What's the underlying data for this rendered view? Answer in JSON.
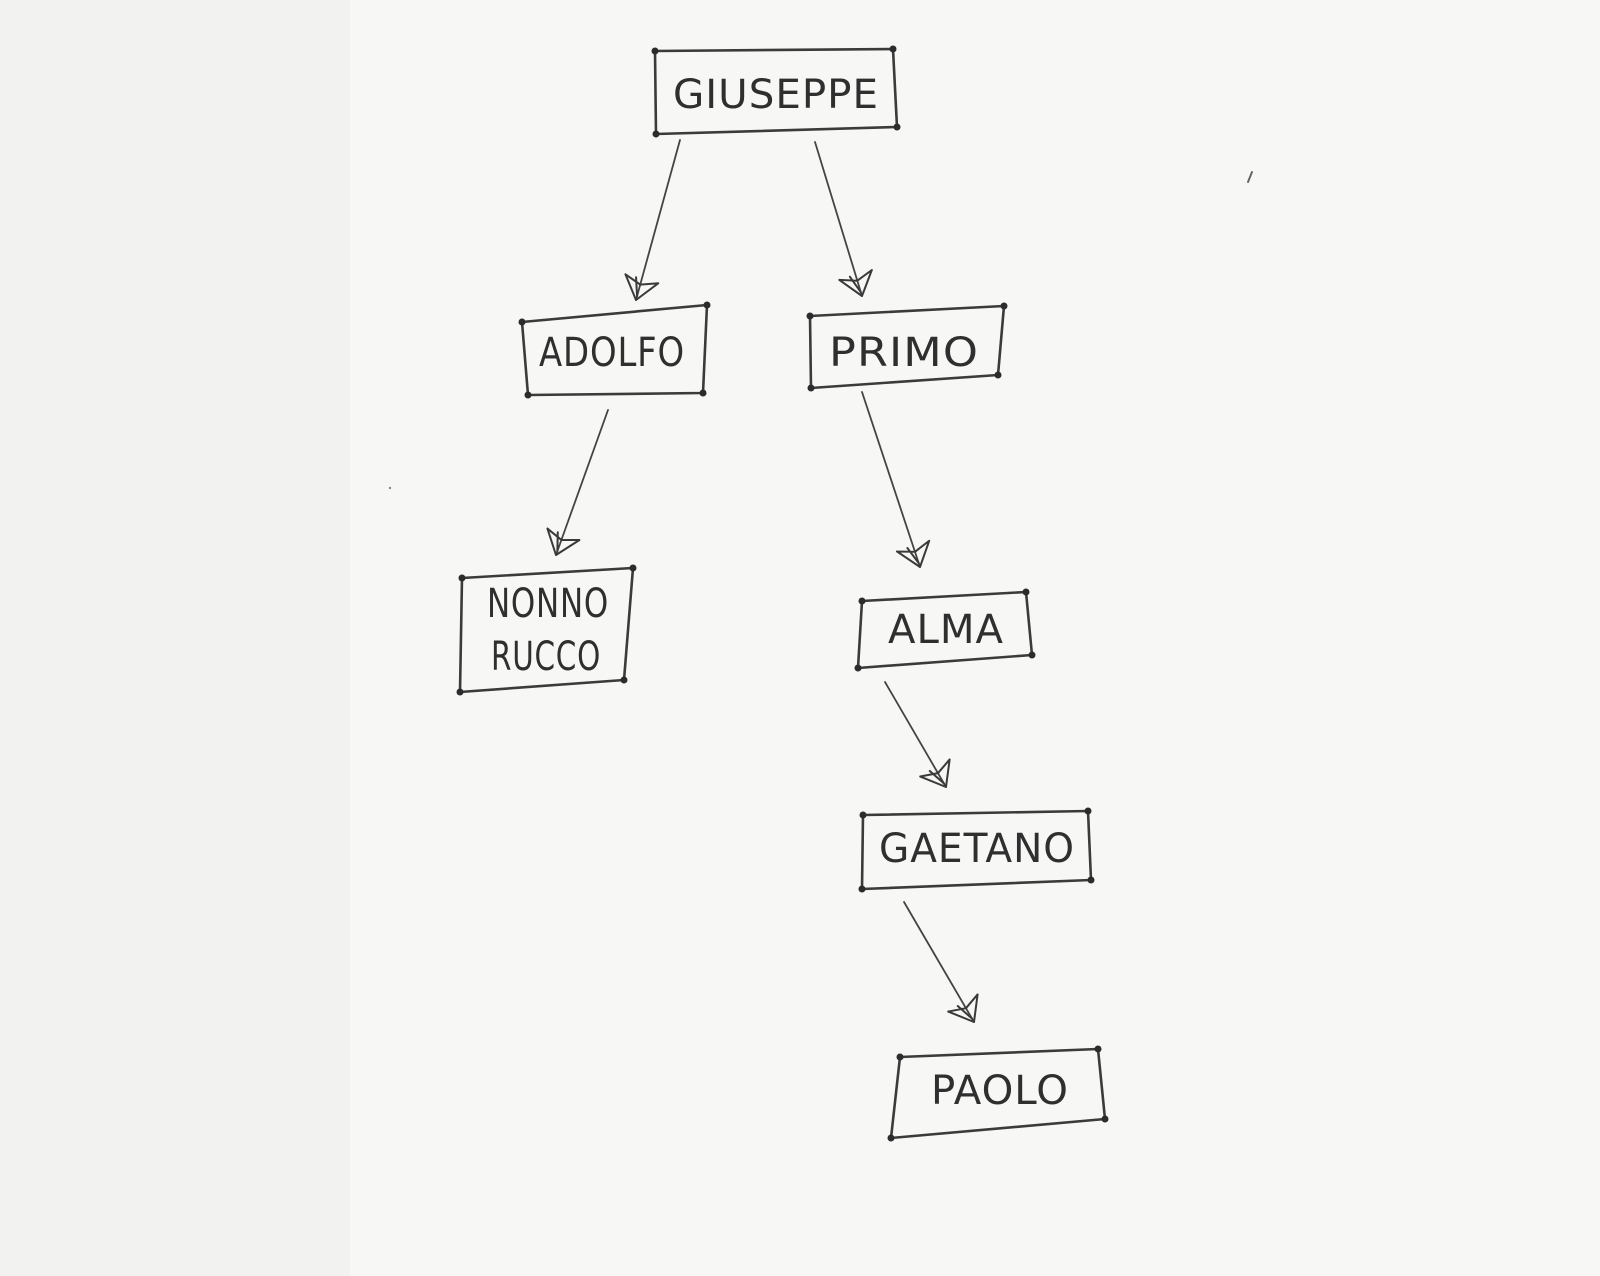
{
  "diagram": {
    "nodes": [
      {
        "id": "giuseppe",
        "lines": [
          "GIUSEPPE"
        ]
      },
      {
        "id": "adolfo",
        "lines": [
          "ADOLFO"
        ]
      },
      {
        "id": "primo",
        "lines": [
          "PRIMO"
        ]
      },
      {
        "id": "nonno-rucco",
        "lines": [
          "NONNO",
          "RUCCO"
        ]
      },
      {
        "id": "alma",
        "lines": [
          "ALMA"
        ]
      },
      {
        "id": "gaetano",
        "lines": [
          "GAETANO"
        ]
      },
      {
        "id": "paolo",
        "lines": [
          "PAOLO"
        ]
      }
    ],
    "edges": [
      {
        "from": "giuseppe",
        "to": "adolfo"
      },
      {
        "from": "giuseppe",
        "to": "primo"
      },
      {
        "from": "adolfo",
        "to": "nonno-rucco"
      },
      {
        "from": "primo",
        "to": "alma"
      },
      {
        "from": "alma",
        "to": "gaetano"
      },
      {
        "from": "gaetano",
        "to": "paolo"
      }
    ]
  }
}
